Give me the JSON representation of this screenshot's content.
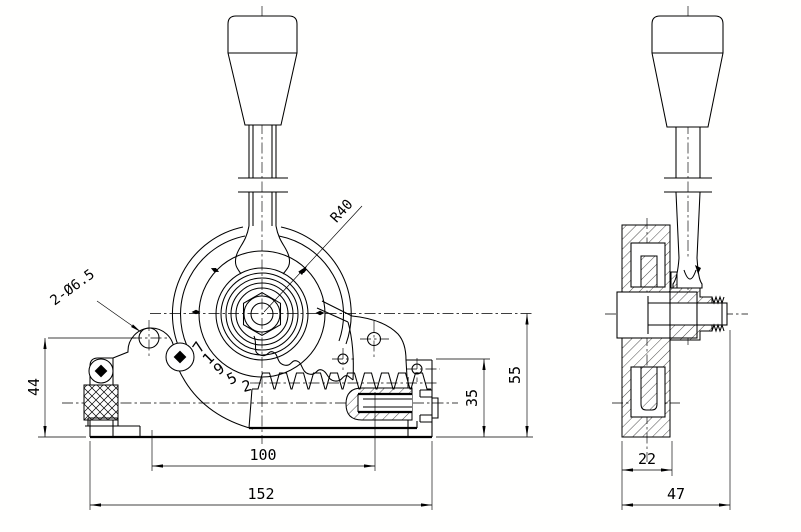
{
  "drawing": {
    "background_color": "#fffffe",
    "line_color": "#000000",
    "front_view": {
      "callouts": {
        "mount_holes": "2-Ø6.5",
        "drum_radius": "R40"
      },
      "arc_label": {
        "text": "71952",
        "chars": [
          "7",
          "1",
          "9",
          "5",
          "2"
        ]
      },
      "dimensions": {
        "hole_height": "44",
        "hole_spacing": "100",
        "base_length": "152",
        "bracket_height": "35",
        "pivot_height": "55"
      }
    },
    "side_view": {
      "dimensions": {
        "plate_width": "22",
        "overall_depth": "47"
      }
    }
  }
}
